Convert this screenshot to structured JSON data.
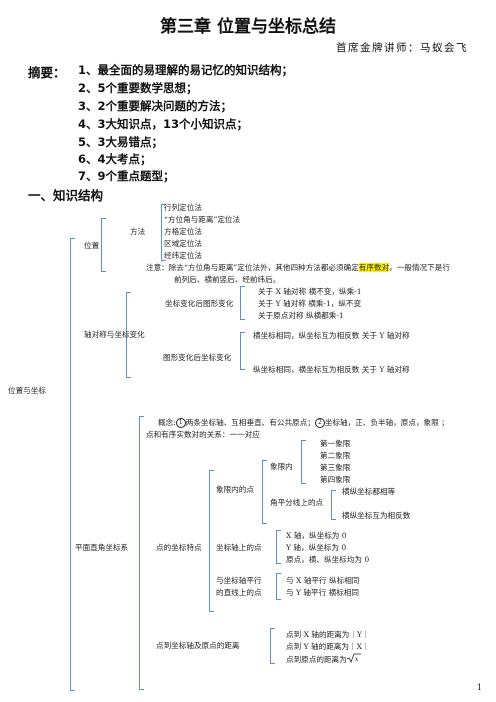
{
  "title": "第三章  位置与坐标总结",
  "author": "首席金牌讲师：马蚁会飞",
  "summary": {
    "label": "摘要：",
    "items": [
      "1、最全面的易理解的易记忆的知识结构；",
      "2、5个重要数学思想；",
      "3、2个重要解决问题的方法；",
      "4、3大知识点，13个小知识点；",
      "5、3大易错点；",
      "6、4大考点；",
      "7、9个重点题型；"
    ]
  },
  "section1": "一、知识结构",
  "tree": {
    "root": "位置与坐标",
    "pos": {
      "label": "位置",
      "method": "方法",
      "methods": [
        "行列定位法",
        "“方位角与距离”定位法",
        "方格定位法",
        "区域定位法",
        "经纬定位法"
      ],
      "note_a": "注意：除去“方位角与距离”定位法外，其他四种方法都必须确定",
      "note_hl": "有序数对",
      "note_b": "，一般情况下是行",
      "note_line2": "前列后、横前竖后、经前纬后。"
    },
    "axis": {
      "label": "轴对称与坐标变化",
      "coord_to_shape": "坐标变化后图形变化",
      "c2s_items": [
        "关于 X 轴对称  横不变，纵乘-1",
        "关于 Y 轴对称  横乘-1，纵不变",
        "关于原点对称  纵横都乘-1"
      ],
      "shape_to_coord": "图形变化后坐标变化",
      "s2c_items": [
        "横坐标相同，纵坐标互为相反数      关于 Y 轴对称",
        "纵坐标相同，横坐标互为相反数      关于 Y 轴对称"
      ]
    },
    "plane": {
      "label": "平面直角坐标系",
      "concept_a": "概念:",
      "c1": "1",
      "concept_b": "两条坐标轴、互相垂直、有公共原点；",
      "c2": "2",
      "concept_c": "坐标轴，正、负半轴，原点，象限 ；",
      "concept_line2": "点和有序实数对的关系：一一对应",
      "features": "点的坐标特点",
      "in_quad": "象限内的点",
      "quad_in": "象限内",
      "quads": [
        "第一象限",
        "第二象限",
        "第三象限",
        "第四象限"
      ],
      "bisector": "角平分线上的点",
      "bis_items": [
        "横纵坐标都相等",
        "横纵坐标互为相反数"
      ],
      "on_axis": "坐标轴上的点",
      "axis_items": [
        "X 轴，纵坐标为 0",
        "Y 轴，纵坐标为 0",
        "原点，横、纵坐标均为 0"
      ],
      "parallel_1": "与坐标轴平行",
      "parallel_2": "的直线上的点",
      "par_items": [
        "与 X 轴平行    纵标相同",
        "与 Y 轴平行    横标相同"
      ],
      "distance": "点到坐标轴及原点的距离",
      "dist_items": [
        "点到 X 轴的距离为｜Y｜",
        "点到 Y 轴的距离为｜X｜",
        "点到原点的距离为"
      ]
    }
  },
  "page_number": "1"
}
